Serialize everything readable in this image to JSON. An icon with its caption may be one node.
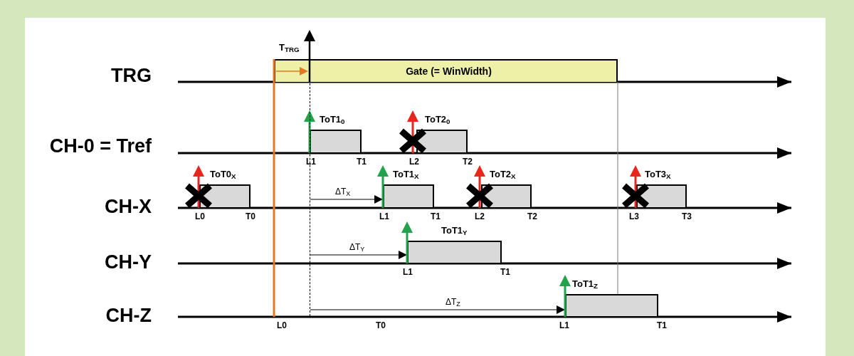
{
  "diagram": {
    "nodes": [
      {
        "text": [
          "Gate (= WinWidth)"
        ]
      },
      {
        "text": [
          "ToT1$_{0}$"
        ]
      },
      {
        "text": [
          "ToT2$_{0}$"
        ]
      },
      {
        "text": [
          "ToT0$_{X}$"
        ]
      },
      {
        "text": [
          "ToT1$_{X}$"
        ]
      },
      {
        "text": [
          "ToT2$_{X}$"
        ]
      },
      {
        "text": [
          "ToT3$_{X}$"
        ]
      },
      {
        "text": [
          "ToT1$_{Y}$"
        ]
      },
      {
        "text": [
          "ToT1$_{Z}$"
        ]
      },
      {
        "text": [],
        "shape": "bar"
      }
    ],
    "edges": [
      {
        "from": 9,
        "to": 4,
        "arrow": "to",
        "label": "ΔT$_{X}$"
      },
      {
        "from": 9,
        "to": 7,
        "arrow": "to",
        "label": "ΔT$_{Y}$"
      },
      {
        "from": 9,
        "to": 8,
        "arrow": "to",
        "label": "ΔT$_{Z}$"
      }
    ],
    "labels": [
      "T$_{TRG}$",
      "TRG",
      "CH-0 = Tref",
      "L1",
      "T1",
      "L2",
      "T2",
      "CH-X",
      "L0",
      "T0",
      "L1",
      "T1",
      "L2",
      "T2",
      "L3",
      "T3",
      "CH-Y",
      "L1",
      "T1",
      "CH-Z",
      "L0",
      "T0",
      "L1",
      "T1"
    ]
  }
}
